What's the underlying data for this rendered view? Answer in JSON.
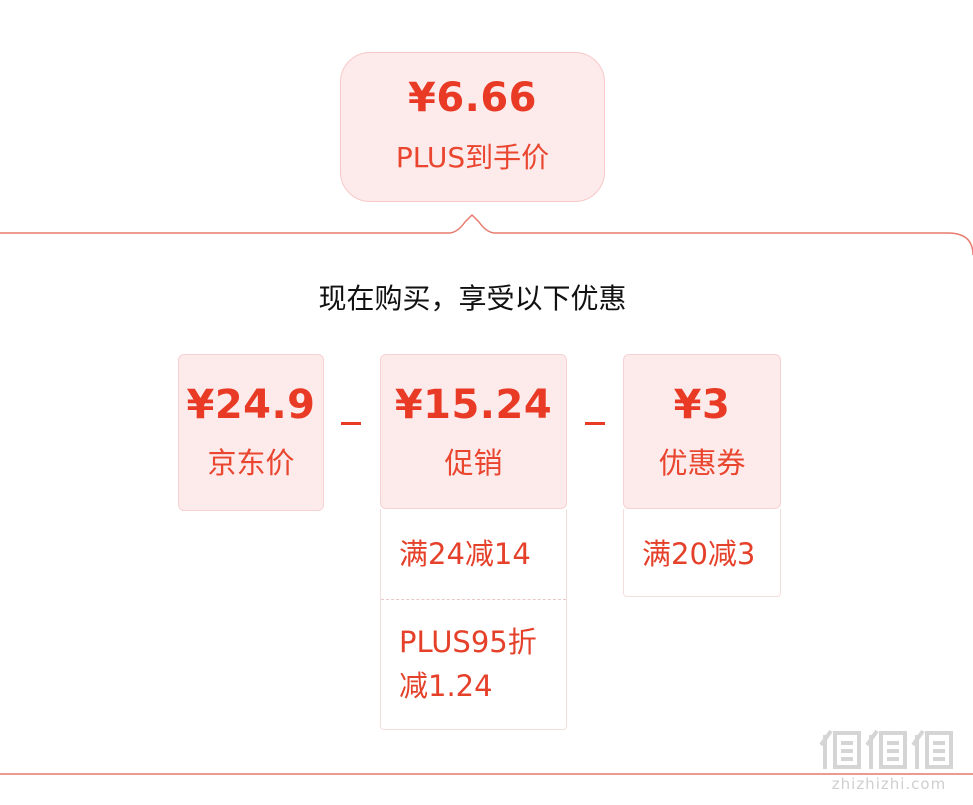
{
  "plus_price": {
    "amount": "¥6.66",
    "label": "PLUS到手价"
  },
  "section": {
    "title": "现在购买，享受以下优惠"
  },
  "breakdown": {
    "jd_price": {
      "amount": "¥24.9",
      "label": "京东价"
    },
    "promotion": {
      "amount": "¥15.24",
      "label": "促销",
      "details": [
        "满24减14",
        "PLUS95折减1.24"
      ]
    },
    "coupon": {
      "amount": "¥3",
      "label": "优惠券",
      "details": [
        "满20减3"
      ]
    }
  },
  "watermark": {
    "text": "zhizhizhi.com"
  },
  "colors": {
    "accent": "#e93a26",
    "card_background": "#fdeaea",
    "frame_line": "#e77a6e"
  }
}
